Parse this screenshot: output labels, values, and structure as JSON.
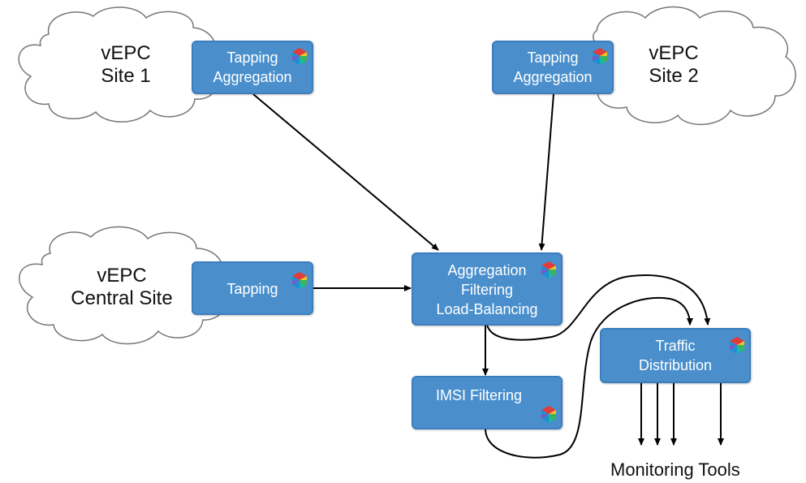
{
  "clouds": {
    "site1": {
      "line1": "vEPC",
      "line2": "Site 1"
    },
    "site2": {
      "line1": "vEPC",
      "line2": "Site 2"
    },
    "central": {
      "line1": "vEPC",
      "line2": "Central Site"
    }
  },
  "nodes": {
    "tap_agg_1": {
      "line1": "Tapping",
      "line2": "Aggregation"
    },
    "tap_agg_2": {
      "line1": "Tapping",
      "line2": "Aggregation"
    },
    "tapping": {
      "line1": "Tapping"
    },
    "core": {
      "line1": "Aggregation",
      "line2": "Filtering",
      "line3": "Load-Balancing"
    },
    "imsi": {
      "line1": "IMSI Filtering"
    },
    "traffic": {
      "line1": "Traffic",
      "line2": "Distribution"
    }
  },
  "monitoring_label": "Monitoring Tools",
  "colors": {
    "node_fill": "#4a8fcc",
    "node_border": "#3b7dbd",
    "cloud_stroke": "#777777"
  },
  "icon": "hexagon-cube-logo-icon"
}
